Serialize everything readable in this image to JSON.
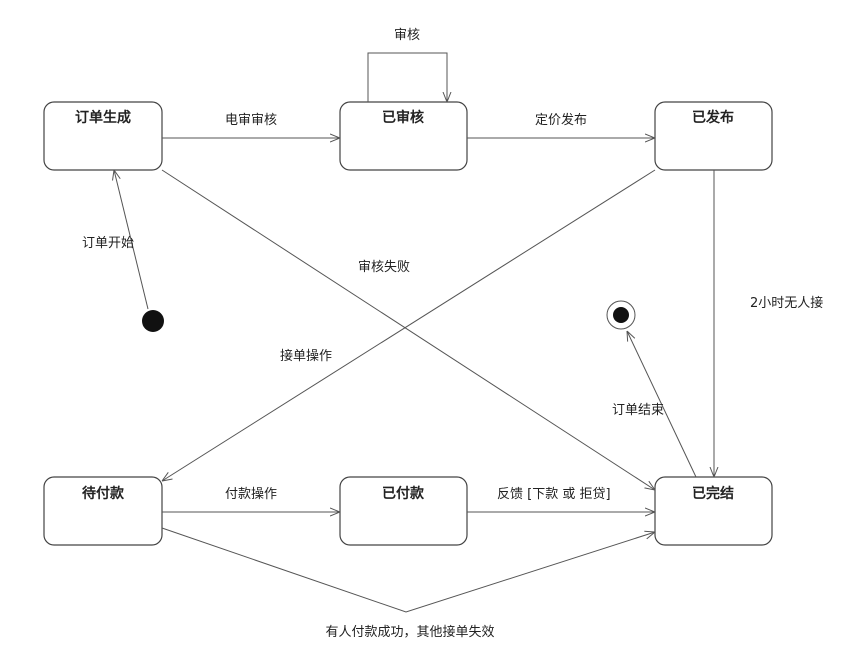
{
  "diagram": {
    "states": {
      "order_created": "订单生成",
      "reviewed": "已审核",
      "published": "已发布",
      "pending_payment": "待付款",
      "paid": "已付款",
      "completed": "已完结"
    },
    "transitions": {
      "manual_review": "电审审核",
      "self_review": "审核",
      "pricing_publish": "定价发布",
      "order_start": "订单开始",
      "review_failed": "审核失败",
      "accept_operation": "接单操作",
      "no_taker_2h": "2小时无人接",
      "order_end": "订单结束",
      "payment_operation": "付款操作",
      "feedback": "反馈 [下款 或 拒贷]",
      "other_invalid": "有人付款成功，其他接单失效"
    }
  }
}
